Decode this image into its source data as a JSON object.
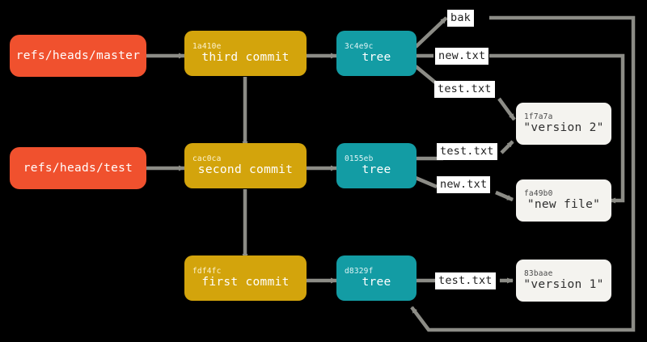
{
  "diagram": {
    "title": "git-object-model",
    "background": "#000000",
    "colors": {
      "ref": "#F0512E",
      "commit": "#D3A40C",
      "tree": "#139CA4",
      "blob": "#F4F3EF",
      "edge": "#8C8C86",
      "edge_label_bg": "#FFFFFF",
      "text_light": "#FFFFFF",
      "text_dark": "#2F2F2F"
    }
  },
  "nodes": {
    "refs": [
      {
        "id": "ref-master",
        "kind": "ref",
        "label": "refs/heads/master"
      },
      {
        "id": "ref-test",
        "kind": "ref",
        "label": "refs/heads/test"
      }
    ],
    "commits": [
      {
        "id": "commit-third",
        "kind": "commit",
        "hash": "1a410e",
        "label": "third commit"
      },
      {
        "id": "commit-second",
        "kind": "commit",
        "hash": "cac0ca",
        "label": "second commit"
      },
      {
        "id": "commit-first",
        "kind": "commit",
        "hash": "fdf4fc",
        "label": "first commit"
      }
    ],
    "trees": [
      {
        "id": "tree-3c4e9c",
        "kind": "tree",
        "hash": "3c4e9c",
        "label": "tree"
      },
      {
        "id": "tree-0155eb",
        "kind": "tree",
        "hash": "0155eb",
        "label": "tree"
      },
      {
        "id": "tree-d8329f",
        "kind": "tree",
        "hash": "d8329f",
        "label": "tree"
      }
    ],
    "blobs": [
      {
        "id": "blob-1f7a7a",
        "kind": "blob",
        "hash": "1f7a7a",
        "label": "\"version 2\""
      },
      {
        "id": "blob-fa49b0",
        "kind": "blob",
        "hash": "fa49b0",
        "label": "\"new file\""
      },
      {
        "id": "blob-83baae",
        "kind": "blob",
        "hash": "83baae",
        "label": "\"version 1\""
      }
    ]
  },
  "edge_labels": [
    {
      "id": "edge-bak",
      "text": "bak"
    },
    {
      "id": "edge-newtxt-top",
      "text": "new.txt"
    },
    {
      "id": "edge-testtxt-top",
      "text": "test.txt"
    },
    {
      "id": "edge-testtxt-mid",
      "text": "test.txt"
    },
    {
      "id": "edge-newtxt-mid",
      "text": "new.txt"
    },
    {
      "id": "edge-testtxt-bot",
      "text": "test.txt"
    }
  ]
}
